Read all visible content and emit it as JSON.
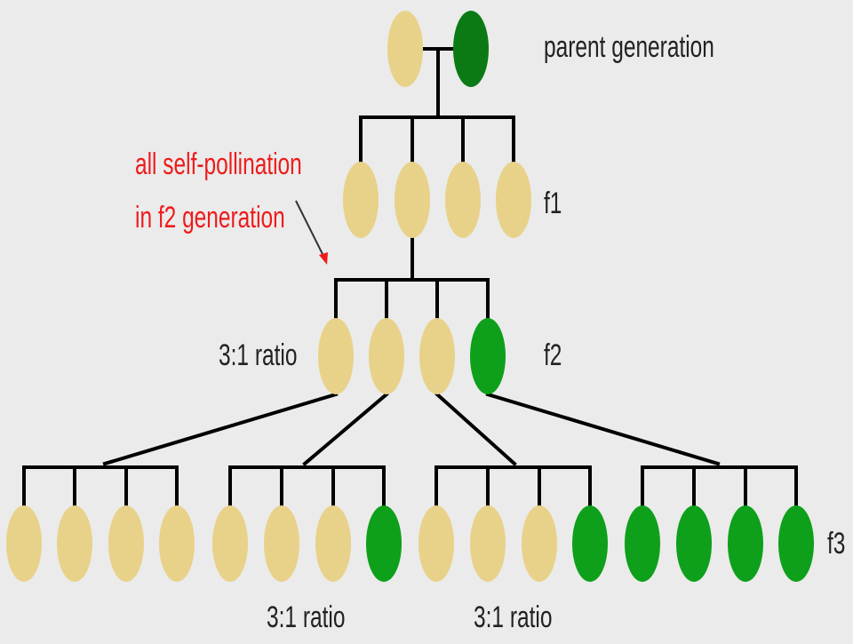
{
  "labels": {
    "parent": "parent generation",
    "f1": "f1",
    "f2": "f2",
    "f3": "f3",
    "ratio_f2": "3:1 ratio",
    "ratio_f3_a": "3:1 ratio",
    "ratio_f3_b": "3:1 ratio"
  },
  "annotation": {
    "line1": "all self-pollination",
    "line2": "in f2 generation"
  },
  "colors": {
    "yellow": "#e8d28a",
    "dark_green": "#0b7a14",
    "green": "#0ea01a",
    "line": "#000000",
    "annotation": "#ee1c1c",
    "background": "#ebebeb"
  },
  "generations": {
    "parent": [
      "yellow",
      "dark_green"
    ],
    "f1": [
      "yellow",
      "yellow",
      "yellow",
      "yellow"
    ],
    "f2": [
      "yellow",
      "yellow",
      "yellow",
      "green"
    ],
    "f3": [
      [
        "yellow",
        "yellow",
        "yellow",
        "yellow"
      ],
      [
        "yellow",
        "yellow",
        "yellow",
        "green"
      ],
      [
        "yellow",
        "yellow",
        "yellow",
        "green"
      ],
      [
        "green",
        "green",
        "green",
        "green"
      ]
    ]
  }
}
